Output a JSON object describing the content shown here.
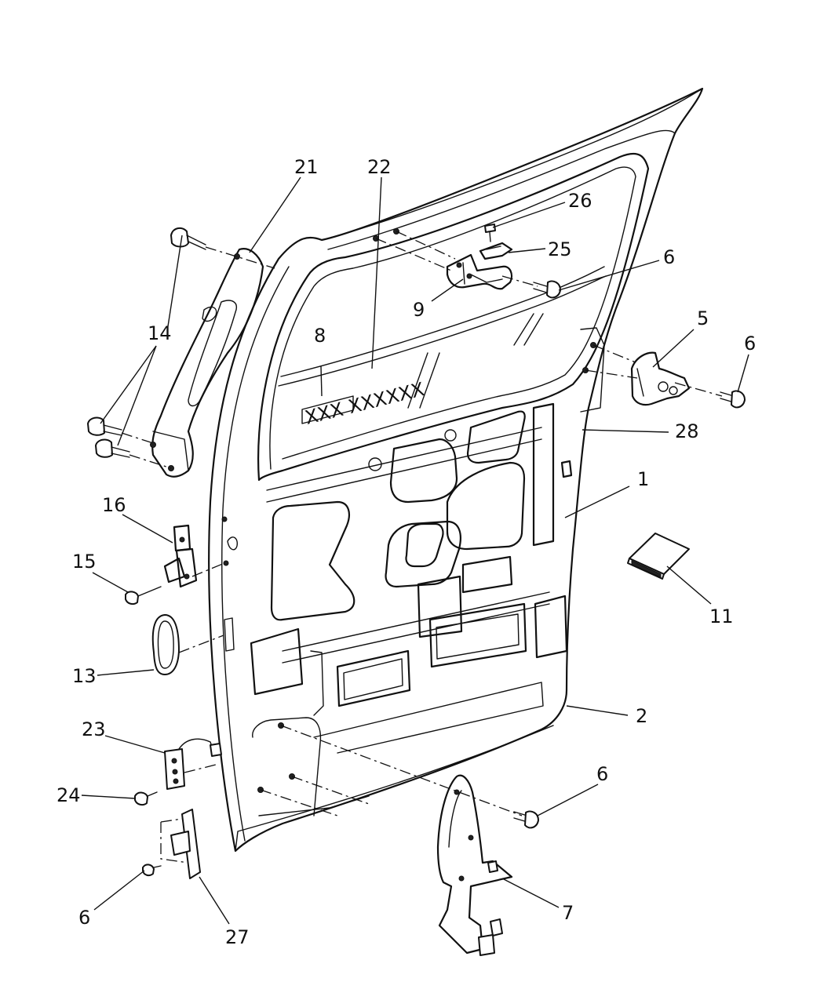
{
  "diagram": {
    "decal_text": "XXX XXXXXX",
    "callouts": [
      {
        "id": "c1",
        "label": "1"
      },
      {
        "id": "c2",
        "label": "2"
      },
      {
        "id": "c5",
        "label": "5"
      },
      {
        "id": "c6a",
        "label": "6"
      },
      {
        "id": "c6b",
        "label": "6"
      },
      {
        "id": "c6c",
        "label": "6"
      },
      {
        "id": "c6d",
        "label": "6"
      },
      {
        "id": "c7",
        "label": "7"
      },
      {
        "id": "c8",
        "label": "8"
      },
      {
        "id": "c9",
        "label": "9"
      },
      {
        "id": "c11",
        "label": "11"
      },
      {
        "id": "c13",
        "label": "13"
      },
      {
        "id": "c14",
        "label": "14"
      },
      {
        "id": "c15",
        "label": "15"
      },
      {
        "id": "c16",
        "label": "16"
      },
      {
        "id": "c21",
        "label": "21"
      },
      {
        "id": "c22",
        "label": "22"
      },
      {
        "id": "c23",
        "label": "23"
      },
      {
        "id": "c24",
        "label": "24"
      },
      {
        "id": "c25",
        "label": "25"
      },
      {
        "id": "c26",
        "label": "26"
      },
      {
        "id": "c27",
        "label": "27"
      },
      {
        "id": "c28",
        "label": "28"
      }
    ]
  }
}
